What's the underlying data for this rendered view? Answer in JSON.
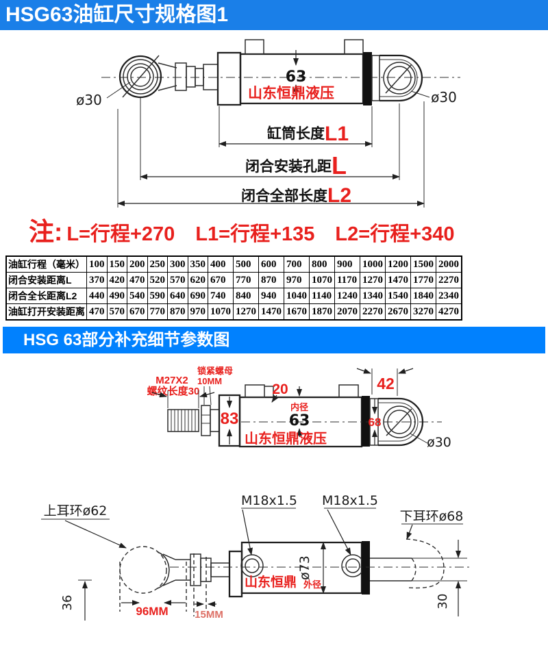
{
  "colors": {
    "header1_bg": "#1a7fe8",
    "header2_bg": "#0181fe",
    "accent_red": "#e8201d",
    "soft_red": "#dd7066",
    "line": "#2b2b2b"
  },
  "header1": {
    "title": "HSG63油缸尺寸规格图1"
  },
  "header2": {
    "title": "HSG 63部分补充细节参数图"
  },
  "diagram1": {
    "bore": "63",
    "watermark": "山东恒鼎液压",
    "eye_left_dia": "ø30",
    "eye_right_dia": "ø30",
    "dims": {
      "l1_label": "缸筒长度",
      "l1_var": "L1",
      "l_label": "闭合安装孔距",
      "l_var": "L",
      "l2_label": "闭合全部长度",
      "l2_var": "L2"
    }
  },
  "note": {
    "mark": "注:",
    "formula_l": "L=行程+270",
    "formula_l1": "L1=行程+135",
    "formula_l2": "L2=行程+340"
  },
  "spec_table": {
    "rows": [
      {
        "label": "油缸行程（毫米）",
        "values": [
          "100",
          "150",
          "200",
          "250",
          "300",
          "350",
          "400",
          "500",
          "600",
          "700",
          "800",
          "900",
          "1000",
          "1200",
          "1500",
          "2000"
        ]
      },
      {
        "label": "闭合安装距离L",
        "values": [
          "370",
          "420",
          "470",
          "520",
          "570",
          "620",
          "670",
          "770",
          "870",
          "970",
          "1070",
          "1170",
          "1270",
          "1470",
          "1770",
          "2270"
        ]
      },
      {
        "label": "闭合全长距离L2",
        "values": [
          "440",
          "490",
          "540",
          "590",
          "640",
          "690",
          "740",
          "840",
          "940",
          "1040",
          "1140",
          "1240",
          "1340",
          "1540",
          "1840",
          "2340"
        ]
      },
      {
        "label": "油缸打开安装距离",
        "values": [
          "470",
          "570",
          "670",
          "770",
          "870",
          "970",
          "1070",
          "1270",
          "1470",
          "1670",
          "1870",
          "2070",
          "2270",
          "2670",
          "3270",
          "4270"
        ]
      }
    ]
  },
  "diagram2": {
    "thread_spec": "M27X2",
    "thread_len": "螺纹长度30",
    "locknut": "锁紧螺母",
    "locknut_size": "10MM",
    "port_dim": "20",
    "gland_dim": "83",
    "eye_width": "42",
    "eye_height": "68",
    "bore_label": "内径",
    "bore": "63",
    "watermark": "山东恒鼎液压",
    "eye_dia": "ø30"
  },
  "diagram3": {
    "upper_eye": "上耳环ø62",
    "port1_thread": "M18x1.5",
    "port2_thread": "M18x1.5",
    "lower_eye": "下耳环ø68",
    "od": "ø73",
    "od_label": "外径",
    "watermark": "山东恒鼎",
    "span": "96MM",
    "offset": "15MM",
    "dim_left": "36",
    "dim_right": "30"
  }
}
